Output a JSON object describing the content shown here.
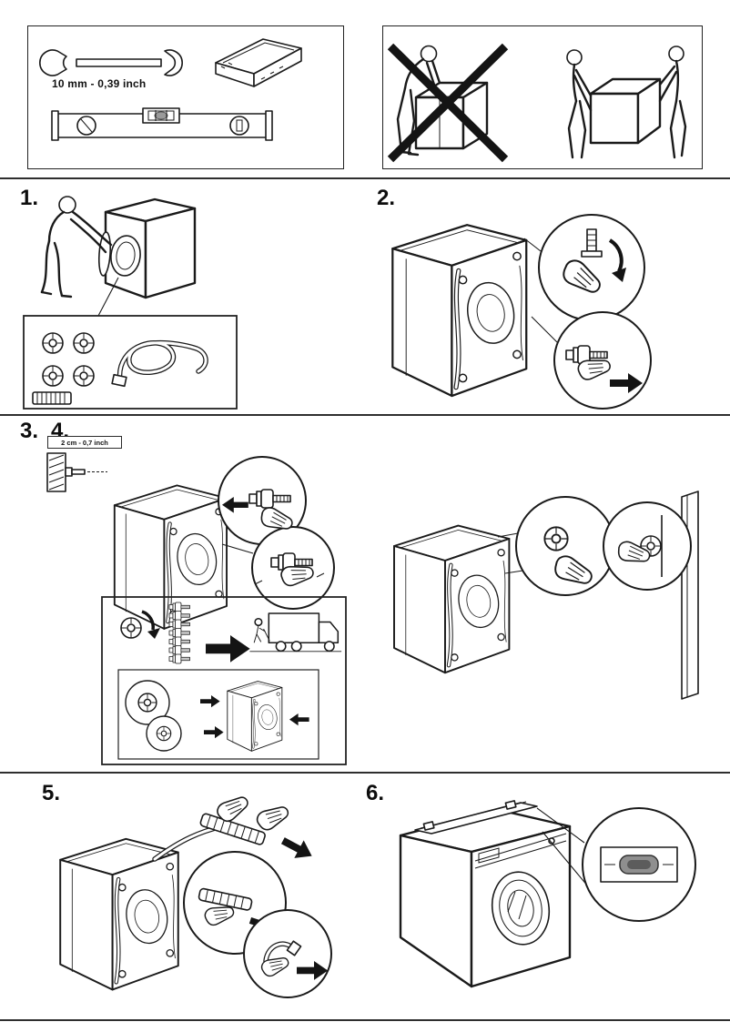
{
  "colors": {
    "background": "#ffffff",
    "line_art": "#1a1a1a",
    "arrow_fill": "#141414",
    "plug_gray": "#8f8f8f"
  },
  "tools_box": {
    "wrench_size_label": "10 mm - 0,39 inch",
    "icons": [
      "wrench-icon",
      "cardboard-tray-icon",
      "spirit-level-icon"
    ]
  },
  "handling_box": {
    "icons": [
      "do-not-lift-alone-icon",
      "lift-with-help-icon"
    ]
  },
  "wall_clearance": {
    "label": "2 cm - 0,7 inch"
  },
  "steps": [
    {
      "number": "1."
    },
    {
      "number": "2."
    },
    {
      "number": "3."
    },
    {
      "number": "4."
    },
    {
      "number": "5."
    },
    {
      "number": "6."
    }
  ]
}
